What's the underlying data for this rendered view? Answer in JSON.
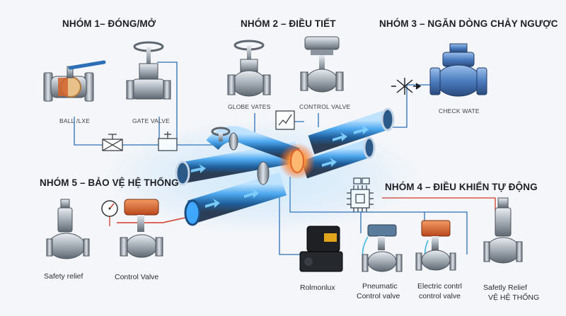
{
  "groups": {
    "g1": "NHÓM 1– ĐÓNG/MỞ",
    "g2": "NHÓM 2 – ĐIỀU TIẾT",
    "g3": "NHÓM 3 – NGĂN DÒNG CHẢY NGƯỢC",
    "g4": "NHÓM 4 – ĐIỀU KHIỂN TỰ ĐỘNG",
    "g5": "NHÓM 5 – BẢO VỆ HỆ THỐNG"
  },
  "labels": {
    "ball": "BALL /LXE",
    "gate": "GATE VALVE",
    "globe": "GLOBE VATES",
    "control_top": "CONTROL VALVE",
    "check": "CHECK WATE",
    "safety_left": "Safety relief",
    "control_left": "Control Valve",
    "solenoid": "Rolmonlux",
    "pneumatic_1": "Pneumatic",
    "pneumatic_2": "Control valve",
    "electric_1": "Electric contrl",
    "electric_2": "control valve",
    "safety_right_1": "Safetly Relief",
    "safety_right_2": "VỆ HỆ THỐNG"
  },
  "colors": {
    "steel": "#9aa3ad",
    "steel_dark": "#5e6670",
    "pipe_glow": "#3fa7ff",
    "flow_arrow": "#7fd0ff",
    "hot_core": "#ff7a2e",
    "actuator_orange": "#e0622a",
    "check_blue": "#4f7fc0",
    "line_blue": "#2c6fb6",
    "line_red": "#d03a2a"
  }
}
